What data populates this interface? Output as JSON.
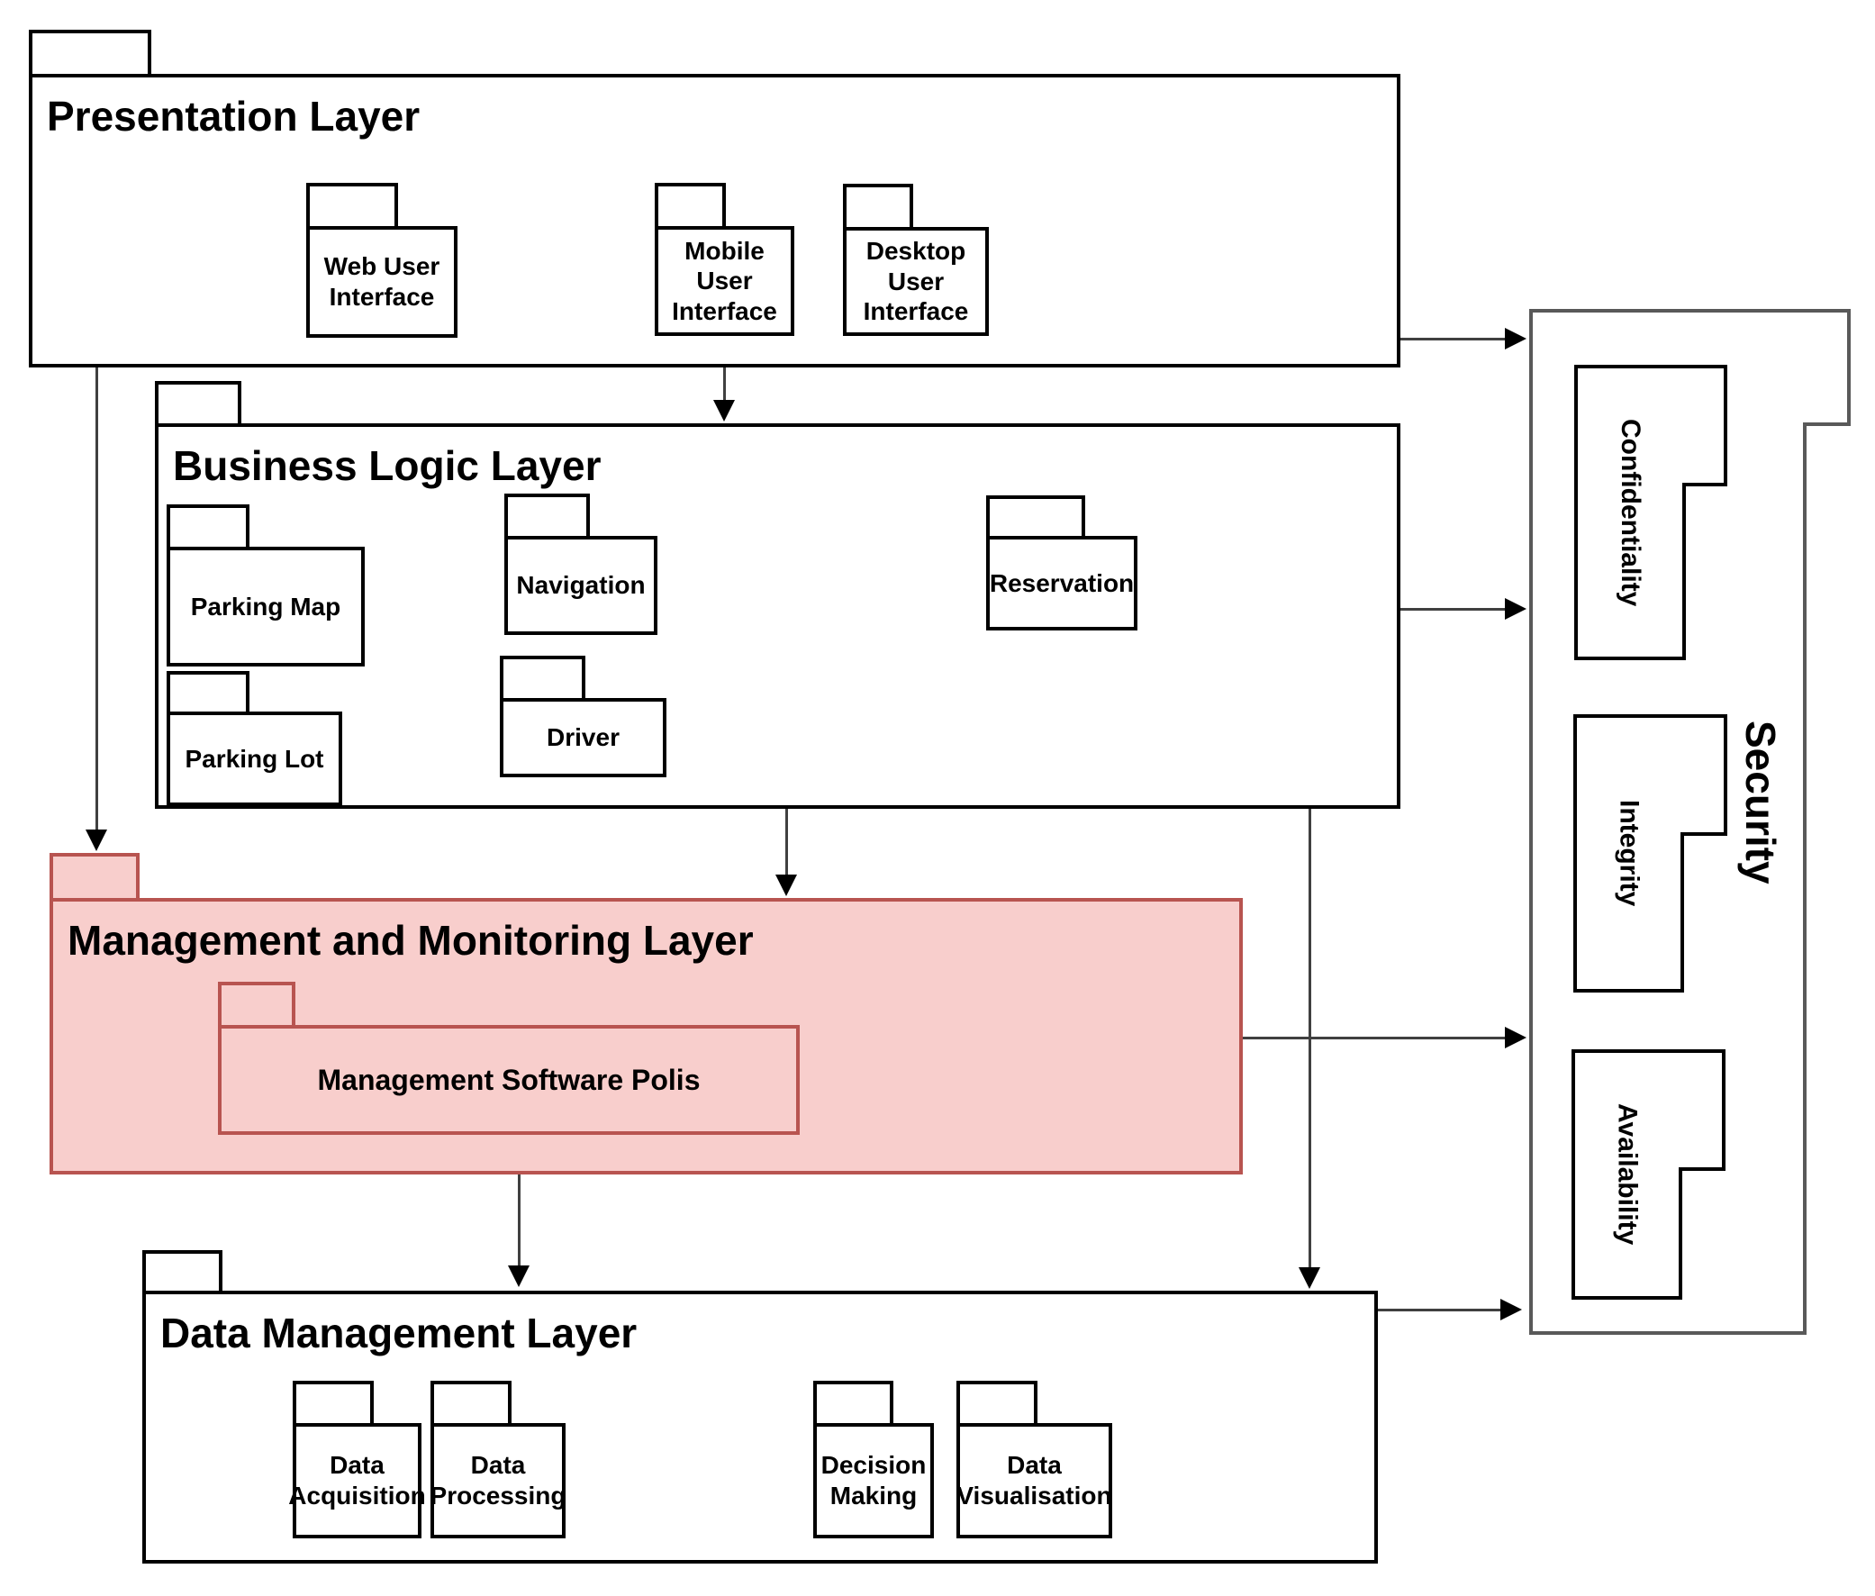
{
  "diagram": {
    "type": "uml-package-layer-diagram",
    "colors": {
      "background": "#ffffff",
      "default_fill": "#ffffff",
      "default_stroke": "#000000",
      "security_stroke": "#595959",
      "highlight_fill": "#f8cecc",
      "highlight_stroke": "#b85450",
      "connector": "#404040"
    },
    "layers": {
      "presentation": {
        "title": "Presentation Layer",
        "children": [
          {
            "label": "Web User Interface"
          },
          {
            "label": "Mobile User Interface"
          },
          {
            "label": "Desktop User Interface"
          }
        ]
      },
      "business": {
        "title": "Business Logic Layer",
        "children": [
          {
            "label": "Parking Map"
          },
          {
            "label": "Navigation"
          },
          {
            "label": "Reservation"
          },
          {
            "label": "Parking Lot"
          },
          {
            "label": "Driver"
          }
        ]
      },
      "management": {
        "title": "Management and Monitoring Layer",
        "highlighted": true,
        "children": [
          {
            "label": "Management Software Polis"
          }
        ]
      },
      "data": {
        "title": "Data Management Layer",
        "children": [
          {
            "label": "Data Acquisition"
          },
          {
            "label": "Data Processing"
          },
          {
            "label": "Decision Making"
          },
          {
            "label": "Data Visualisation"
          }
        ]
      },
      "security": {
        "title": "Security",
        "orientation": "rotated-90-clockwise",
        "children": [
          {
            "label": "Confidentiality"
          },
          {
            "label": "Integrity"
          },
          {
            "label": "Availability"
          }
        ]
      }
    },
    "connections": [
      {
        "from": "Presentation Layer",
        "to": "Management and Monitoring Layer",
        "style": "arrow"
      },
      {
        "from": "Presentation Layer",
        "to": "Business Logic Layer",
        "style": "arrow"
      },
      {
        "from": "Presentation Layer",
        "to": "Security",
        "style": "arrow"
      },
      {
        "from": "Business Logic Layer",
        "to": "Security",
        "style": "arrow"
      },
      {
        "from": "Business Logic Layer",
        "to": "Management and Monitoring Layer",
        "style": "arrow"
      },
      {
        "from": "Business Logic Layer",
        "to": "Data Management Layer",
        "style": "arrow"
      },
      {
        "from": "Management and Monitoring Layer",
        "to": "Security",
        "style": "arrow"
      },
      {
        "from": "Management and Monitoring Layer",
        "to": "Data Management Layer",
        "style": "arrow"
      },
      {
        "from": "Data Management Layer",
        "to": "Security",
        "style": "arrow"
      }
    ]
  }
}
